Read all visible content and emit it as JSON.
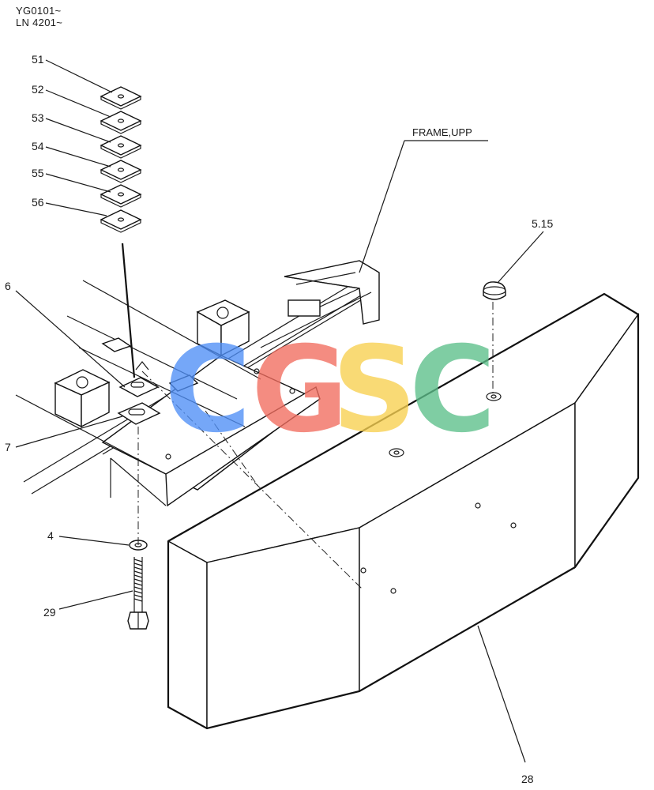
{
  "serials": [
    "YG0101~",
    "LN 4201~"
  ],
  "frame_label": "FRAME,UPP",
  "callouts": {
    "p51": "51",
    "p52": "52",
    "p53": "53",
    "p54": "54",
    "p55": "55",
    "p56": "56",
    "p6": "6",
    "p7": "7",
    "p4": "4",
    "p29": "29",
    "p515": "5.15",
    "p28": "28"
  },
  "watermark": {
    "letters": [
      "C",
      "G",
      "S",
      "C"
    ],
    "colors": [
      "#4f8ff7",
      "#f26c5e",
      "#f8d04f",
      "#5cbf8a"
    ]
  }
}
